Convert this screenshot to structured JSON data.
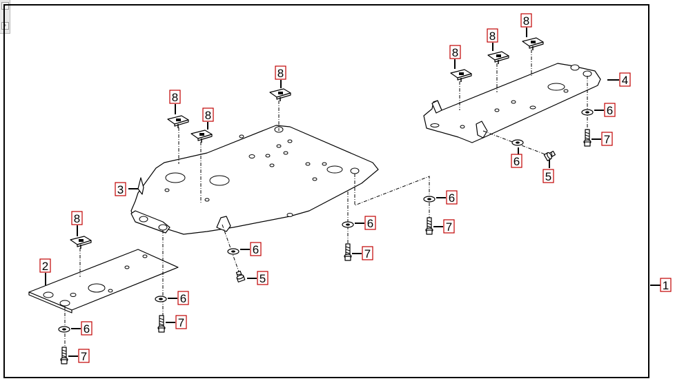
{
  "callouts": {
    "assembly": "1",
    "front_plate": "2",
    "main_plate": "3",
    "rear_plate": "4",
    "bolt_short": "5",
    "washer": "6",
    "bolt_long": "7",
    "clip": "8"
  },
  "colors": {
    "callout_border": "#c00000",
    "line": "#000000",
    "background": "#ffffff"
  },
  "icons": [
    "toolbar-handle-icon",
    "expand-icon"
  ]
}
